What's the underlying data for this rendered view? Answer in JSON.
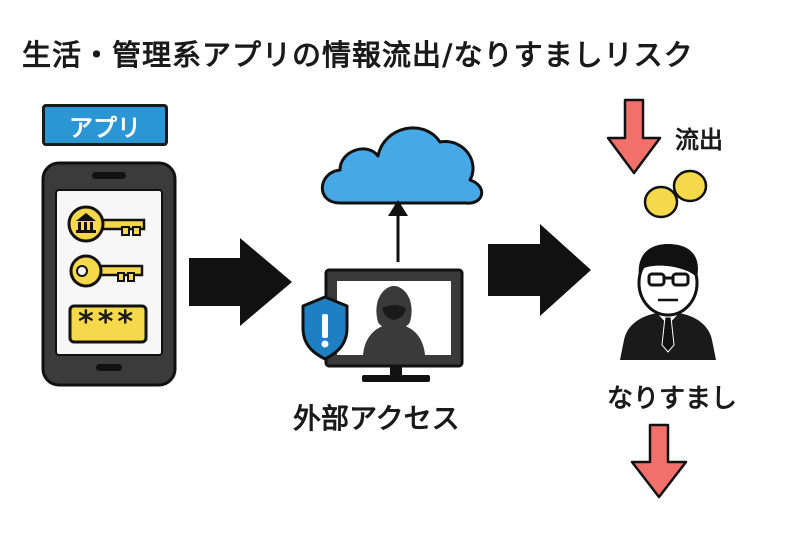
{
  "title": "生活・管理系アプリの情報流出/なりすましリスク",
  "app_label": "アプリ",
  "password_mask": "***",
  "access_label": "外部アクセス",
  "spoof_label": "なりすまし",
  "leak_label": "流出",
  "colors": {
    "accent_blue": "#2a96d4",
    "cloud_blue": "#46a8e6",
    "key_yellow": "#f6d94a",
    "arrow_red": "#f2706a",
    "arrow_black": "#111111",
    "shield_blue": "#1e7fc2"
  }
}
